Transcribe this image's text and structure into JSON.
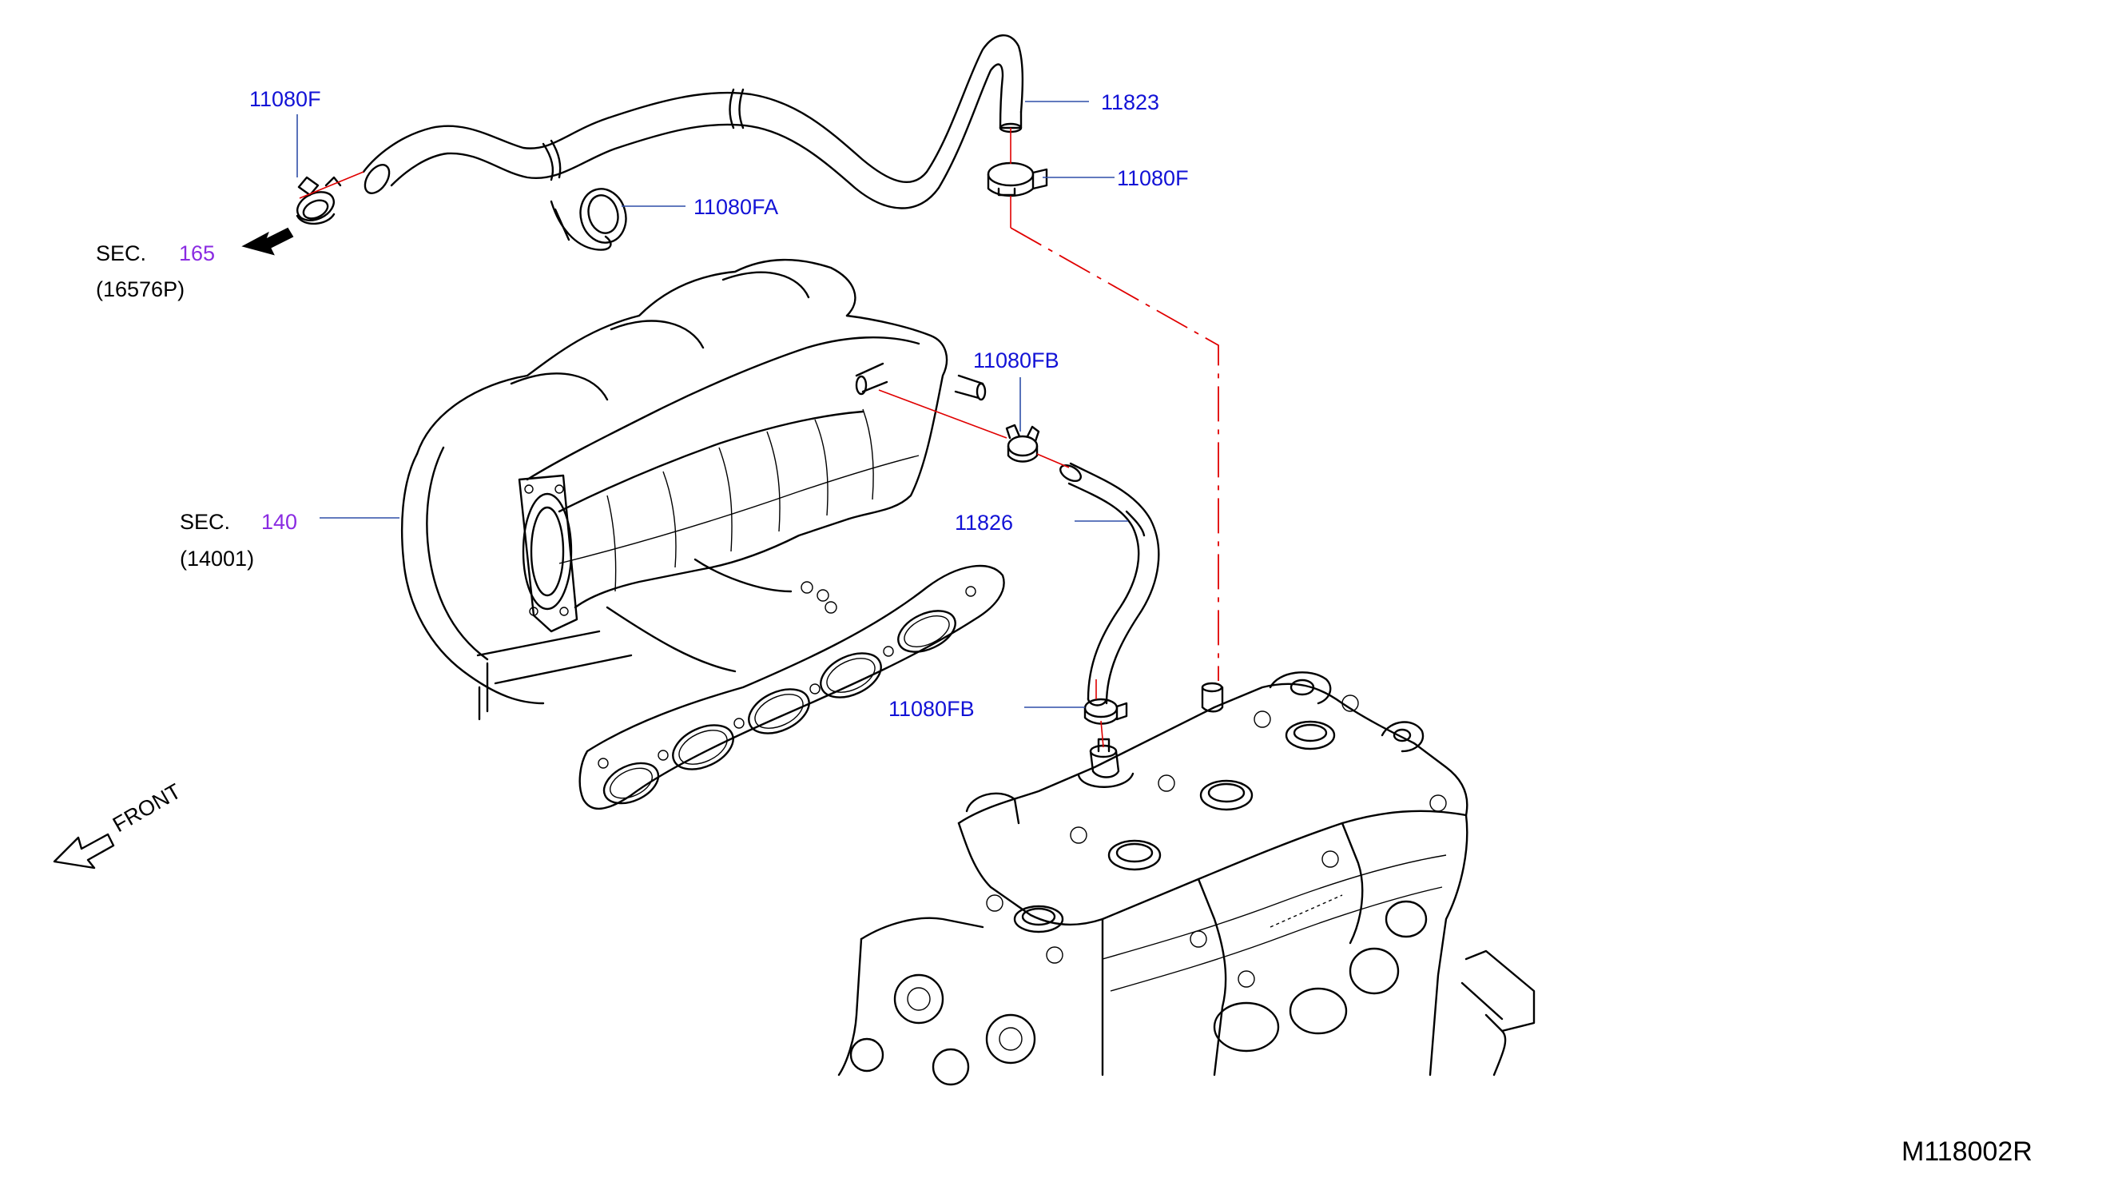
{
  "labels": {
    "clamp_top_left": "11080F",
    "sec165_prefix": "SEC.",
    "sec165_number": "165",
    "sec165_part": "(16576P)",
    "hose_11823": "11823",
    "clamp_top_right": "11080F",
    "clamp_fa": "11080FA",
    "clamp_fb_upper": "11080FB",
    "hose_11826": "11826",
    "sec140_prefix": "SEC.",
    "sec140_number": "140",
    "sec140_part": "(14001)",
    "clamp_fb_lower": "11080FB",
    "front": "FRONT",
    "diagram_code": "M118002R"
  },
  "colors": {
    "part_number": "#1212d6",
    "section_number": "#8a2be2",
    "leader_line": "#2f4fa8",
    "connection_line": "#e00000"
  }
}
